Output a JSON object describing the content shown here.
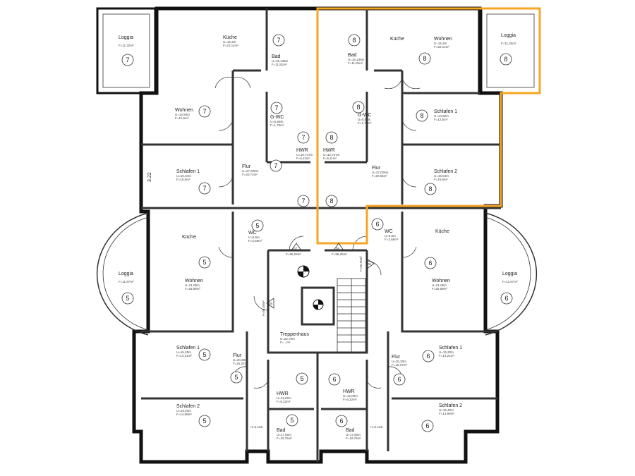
{
  "plan": {
    "highlight_color": "#f5a623",
    "dimension": "3.22",
    "stair_height_label_1": "H=2.125",
    "stair_height_label_2": "H=2.125",
    "treppenhaus": {
      "name": "Treppenhaus",
      "u": "U=22,70m",
      "f": "F=  ,  m²"
    },
    "entrances": [
      {
        "num": "07",
        "f": "F=96,25m²"
      },
      {
        "num": "08",
        "f": "F=96,25m²"
      },
      {
        "num": "06",
        "f": "F=96,50m²"
      },
      {
        "num": "05",
        "f": "F=96,50m²"
      }
    ]
  },
  "rooms": [
    {
      "unit": "7",
      "name": "Loggia",
      "u": "",
      "f": "F=11,32m²"
    },
    {
      "unit": "7",
      "name": "Küche",
      "u": "U=15,3m",
      "f": "F=22,14m²"
    },
    {
      "unit": "7",
      "name": "Bad",
      "u": "U=15,136m",
      "f": "F=11,81m²"
    },
    {
      "unit": "7",
      "name": "Wohnen",
      "u": "U=14,90m",
      "f": "F=12,5m²"
    },
    {
      "unit": "7",
      "name": "G-WC",
      "u": "U=5,68m",
      "f": "F=1,75m²"
    },
    {
      "unit": "7",
      "name": "HWR",
      "u": "U=10,747m",
      "f": "F=6,11m²"
    },
    {
      "unit": "7",
      "name": "Flur",
      "u": "U=27,025m",
      "f": "F=20,72m²"
    },
    {
      "unit": "7",
      "name": "Schlafen 1",
      "u": "U=16,04m",
      "f": "F=15,5m²"
    },
    {
      "unit": "8",
      "name": "Küche",
      "u": "",
      "f": ""
    },
    {
      "unit": "8",
      "name": "Wohnen",
      "u": "U=15,3m",
      "f": "F=22,14m²"
    },
    {
      "unit": "8",
      "name": "Bad",
      "u": "U=15,136m",
      "f": "F=11,81m²"
    },
    {
      "unit": "8",
      "name": "Loggia",
      "u": "",
      "f": "F=11,32m²"
    },
    {
      "unit": "8",
      "name": "Schlafen 1",
      "u": "U=14,90m",
      "f": "F=12,5m²"
    },
    {
      "unit": "8",
      "name": "G-WC",
      "u": "U=5,68m",
      "f": "F=1,75m²"
    },
    {
      "unit": "8",
      "name": "HWR",
      "u": "U=10,747m",
      "f": "F=6,11m²"
    },
    {
      "unit": "8",
      "name": "Flur",
      "u": "U=27,025m",
      "f": "F=20,66m²"
    },
    {
      "unit": "8",
      "name": "Schlafen 2",
      "u": "U=16,04m",
      "f": "F=15,5m²"
    },
    {
      "unit": "5",
      "name": "Küche",
      "u": "",
      "f": ""
    },
    {
      "unit": "5",
      "name": "WC",
      "u": "U=5,6m",
      "f": "F=2,68m²"
    },
    {
      "unit": "5",
      "name": "Wohnen",
      "u": "U=21,05m",
      "f": "F=26,89m²"
    },
    {
      "unit": "5",
      "name": "Loggia",
      "u": "",
      "f": "F=11,97m²"
    },
    {
      "unit": "5",
      "name": "Schlafen 1",
      "u": "U=15,20m",
      "f": "F=14,21m²"
    },
    {
      "unit": "5",
      "name": "Flur",
      "u": "U=20,20m",
      "f": "F=15,37m²"
    },
    {
      "unit": "5",
      "name": "HWR",
      "u": "U=12,00m",
      "f": "F=6,22m²"
    },
    {
      "unit": "5",
      "name": "Schlafen 2",
      "u": "U=15,40m",
      "f": "F=14,58m²"
    },
    {
      "unit": "5",
      "name": "Bad",
      "u": "U=17,50m",
      "f": "F=10,75m²"
    },
    {
      "unit": "6",
      "name": "Küche",
      "u": "",
      "f": ""
    },
    {
      "unit": "6",
      "name": "WC",
      "u": "U=5,6m",
      "f": "F=2,68m²"
    },
    {
      "unit": "6",
      "name": "Wohnen",
      "u": "U=21,05m",
      "f": "F=26,89m²"
    },
    {
      "unit": "6",
      "name": "Loggia",
      "u": "",
      "f": "F=11,97m²"
    },
    {
      "unit": "6",
      "name": "Schlafen 1",
      "u": "U=15,20m",
      "f": "F=14,21m²"
    },
    {
      "unit": "6",
      "name": "Flur",
      "u": "U=20,20m",
      "f": "F=15,37m²"
    },
    {
      "unit": "6",
      "name": "HWR",
      "u": "U=12,00m",
      "f": "F=6,22m²"
    },
    {
      "unit": "6",
      "name": "Schlafen 2",
      "u": "U=15,40m",
      "f": "F=14,58m²"
    },
    {
      "unit": "6",
      "name": "Bad",
      "u": "U=17,50m",
      "f": "F=10,75m²"
    }
  ],
  "unit_markers": [
    "7",
    "7",
    "7",
    "7",
    "7",
    "7",
    "7",
    "7",
    "8",
    "8",
    "8",
    "8",
    "8",
    "8",
    "8",
    "8",
    "5",
    "5",
    "5",
    "5",
    "5",
    "5",
    "5",
    "5",
    "6",
    "6",
    "6",
    "6",
    "6",
    "6",
    "6",
    "6"
  ]
}
